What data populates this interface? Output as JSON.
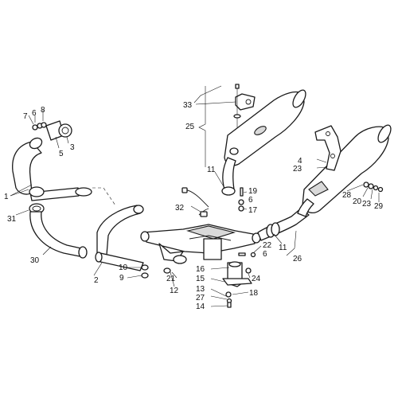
{
  "callouts": {
    "c1": "1",
    "c2": "2",
    "c3": "3",
    "c4": "4",
    "c5": "5",
    "c6a": "6",
    "c6b": "6",
    "c6c": "6",
    "c7": "7",
    "c8": "8",
    "c9": "9",
    "c10": "10",
    "c11a": "11",
    "c11b": "11",
    "c12": "12",
    "c13": "13",
    "c14": "14",
    "c15": "15",
    "c16": "16",
    "c17": "17",
    "c18": "18",
    "c19": "19",
    "c20": "20",
    "c21": "21",
    "c22": "22",
    "c23a": "23",
    "c23b": "23",
    "c24": "24",
    "c25": "25",
    "c26": "26",
    "c27": "27",
    "c28": "28",
    "c29": "29",
    "c30": "30",
    "c31": "31",
    "c32": "32",
    "c33": "33"
  }
}
